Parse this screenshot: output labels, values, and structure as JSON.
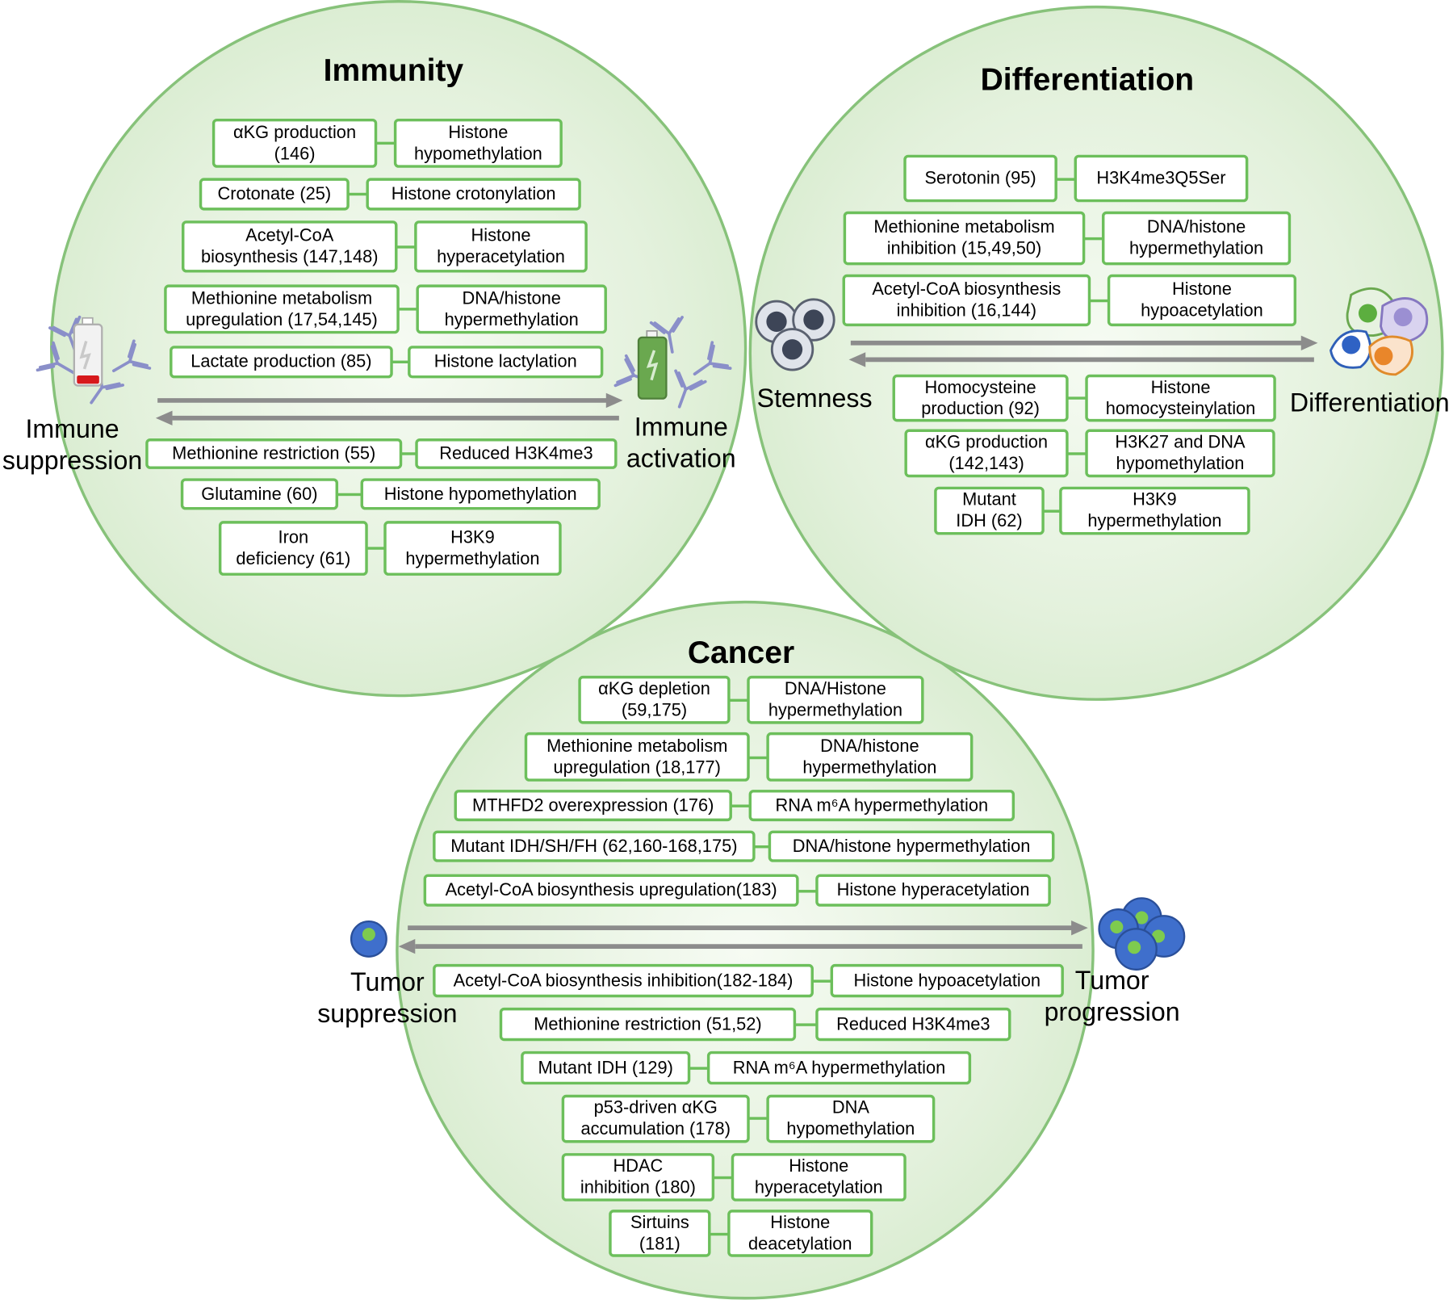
{
  "immunity": {
    "title": "Immunity",
    "left_label": "Immune\nsuppression",
    "right_label": "Immune\nactivation",
    "rows": [
      [
        "αKG production\n(146)",
        "Histone\nhypomethylation"
      ],
      [
        "Crotonate (25)",
        "Histone crotonylation"
      ],
      [
        "Acetyl-CoA\nbiosynthesis (147,148)",
        "Histone\nhyperacetylation"
      ],
      [
        "Methionine metabolism\nupregulation (17,54,145)",
        "DNA/histone\nhypermethylation"
      ],
      [
        "Lactate production (85)",
        "Histone lactylation"
      ],
      [
        "Methionine restriction (55)",
        "Reduced H3K4me3"
      ],
      [
        "Glutamine (60)",
        "Histone hypomethylation"
      ],
      [
        "Iron\ndeficiency (61)",
        "H3K9\nhypermethylation"
      ]
    ]
  },
  "differentiation": {
    "title": "Differentiation",
    "left_label": "Stemness",
    "right_label": "Differentiation",
    "rows": [
      [
        "Serotonin (95)",
        "H3K4me3Q5Ser"
      ],
      [
        "Methionine metabolism\ninhibition (15,49,50)",
        "DNA/histone\nhypermethylation"
      ],
      [
        "Acetyl-CoA biosynthesis\ninhibition (16,144)",
        "Histone\nhypoacetylation"
      ],
      [
        "Homocysteine\nproduction (92)",
        "Histone\nhomocysteinylation"
      ],
      [
        "αKG production\n(142,143)",
        "H3K27 and DNA\nhypomethylation"
      ],
      [
        "Mutant\nIDH (62)",
        "H3K9\nhypermethylation"
      ]
    ]
  },
  "cancer": {
    "title": "Cancer",
    "left_label": "Tumor\nsuppression",
    "right_label": "Tumor\nprogression",
    "rows": [
      [
        "αKG depletion\n(59,175)",
        "DNA/Histone\nhypermethylation"
      ],
      [
        "Methionine metabolism\nupregulation (18,177)",
        "DNA/histone\nhypermethylation"
      ],
      [
        "MTHFD2 overexpression (176)",
        "RNA m⁶A hypermethylation"
      ],
      [
        "Mutant IDH/SH/FH (62,160-168,175)",
        "DNA/histone hypermethylation"
      ],
      [
        "Acetyl-CoA biosynthesis upregulation(183)",
        "Histone hyperacetylation"
      ],
      [
        "Acetyl-CoA biosynthesis inhibition(182-184)",
        "Histone hypoacetylation"
      ],
      [
        "Methionine restriction (51,52)",
        "Reduced H3K4me3"
      ],
      [
        "Mutant IDH (129)",
        "RNA m⁶A hypermethylation"
      ],
      [
        "p53-driven αKG\naccumulation (178)",
        "DNA\nhypomethylation"
      ],
      [
        "HDAC\ninhibition (180)",
        "Histone\nhyperacetylation"
      ],
      [
        "Sirtuins\n(181)",
        "Histone\ndeacetylation"
      ]
    ]
  },
  "colors": {
    "box_border": "#6cbf5b",
    "circle_border": "#87c27a",
    "arrow": "#8c8c8c"
  }
}
